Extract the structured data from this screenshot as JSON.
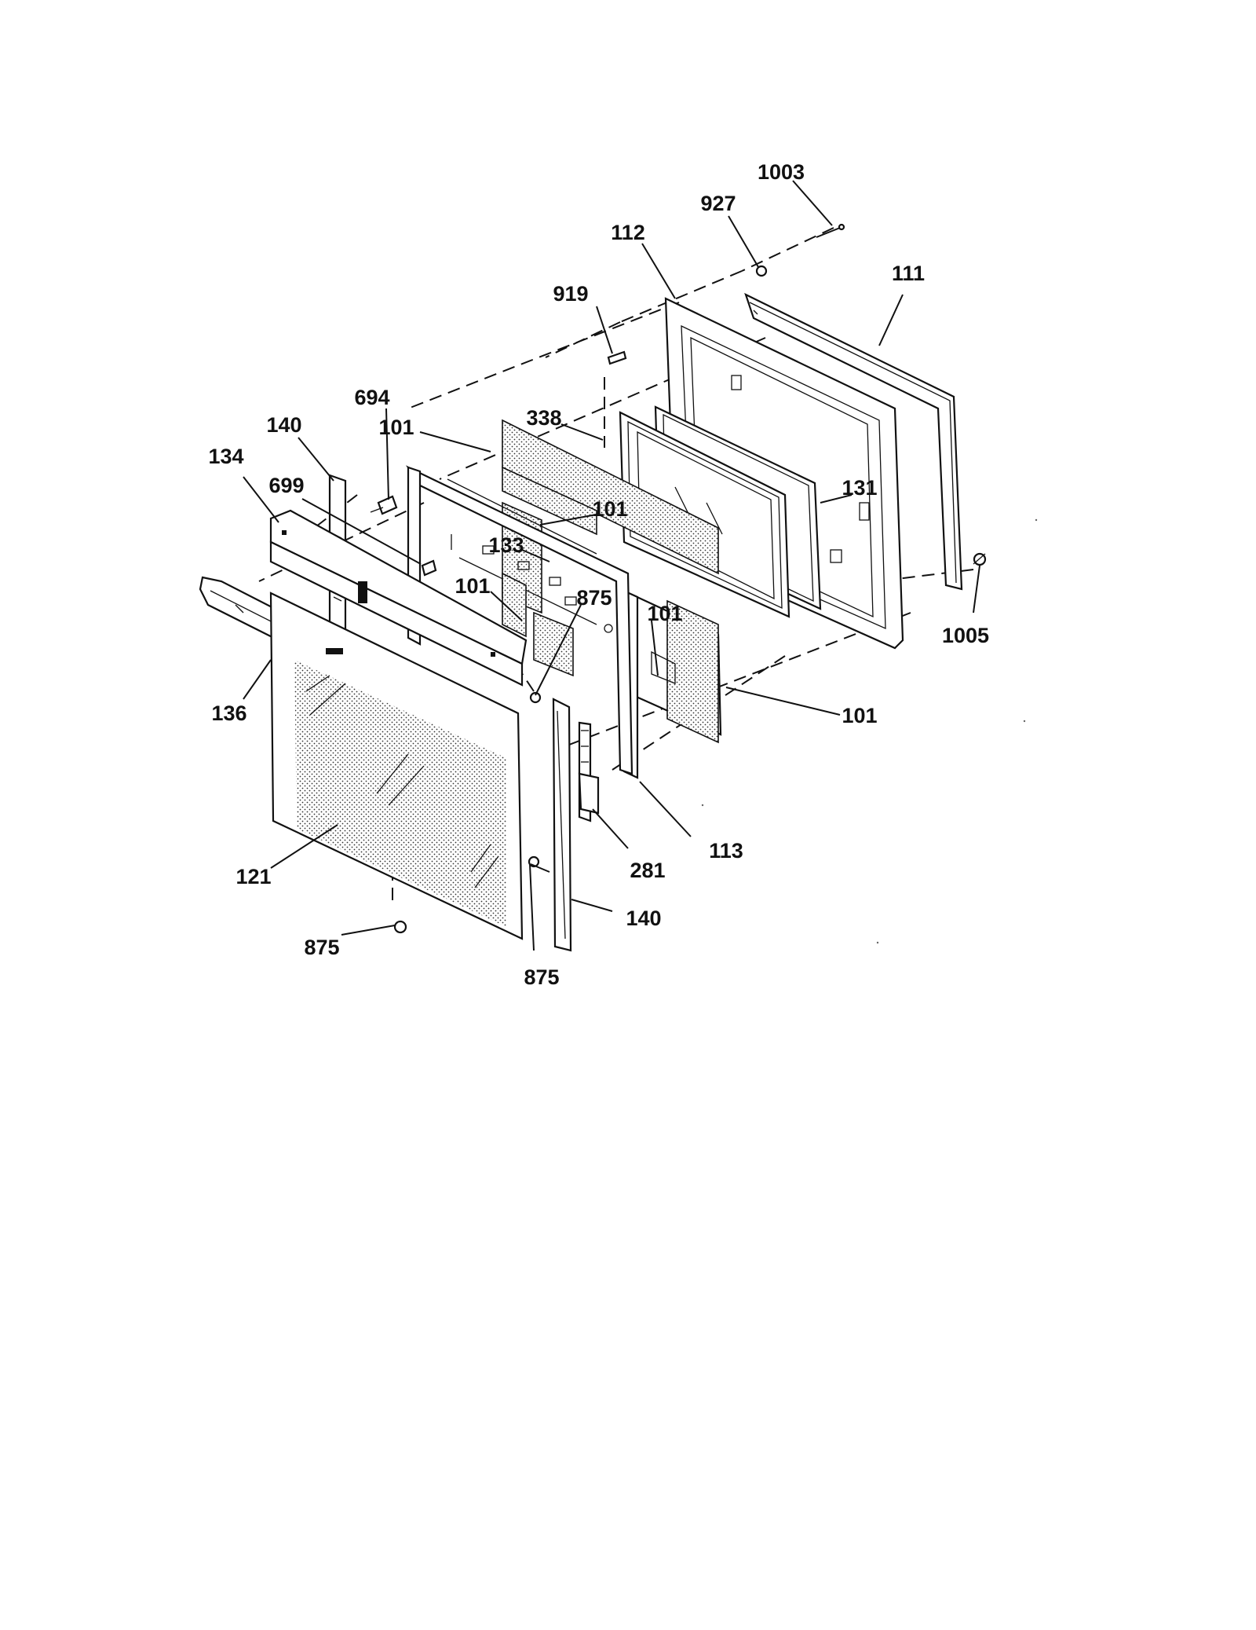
{
  "diagram": {
    "labels": {
      "l1003": "1003",
      "l927": "927",
      "l112": "112",
      "l111": "111",
      "l919": "919",
      "l694": "694",
      "l140a": "140",
      "l101a": "101",
      "l338": "338",
      "l134": "134",
      "l699": "699",
      "l101b": "101",
      "l131": "131",
      "l133": "133",
      "l101c": "101",
      "l875a": "875",
      "l101d": "101",
      "l1005": "1005",
      "l136": "136",
      "l101e": "101",
      "l281": "281",
      "l113": "113",
      "l121": "121",
      "l140b": "140",
      "l875b": "875",
      "l875c": "875"
    }
  }
}
